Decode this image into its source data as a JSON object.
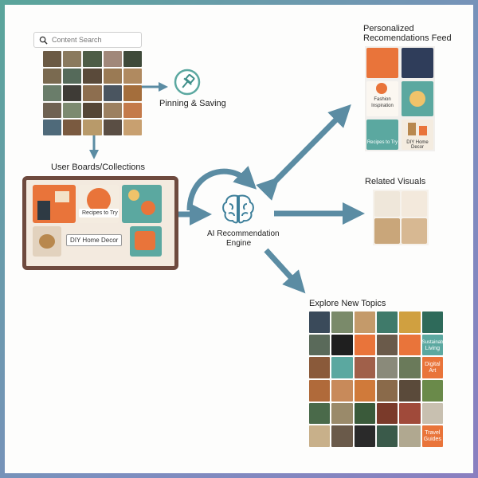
{
  "search": {
    "placeholder": "Content Search"
  },
  "nodes": {
    "pinning": "Pinning & Saving",
    "boards": "User Boards/Collections",
    "engine_line1": "AI Recommendation",
    "engine_line2": "Engine",
    "feed_line1": "Personalized",
    "feed_line2": "Recomendations Feed",
    "related": "Related Visuals",
    "explore": "Explore New Topics"
  },
  "board_cards": {
    "recipes": "Recipes to Try",
    "diy": "DIY Home Decor"
  },
  "feed_cards": {
    "fashion_line1": "Fashion",
    "fashion_line2": "Inspiration",
    "recipes": "Recipes to Try",
    "diy": "DIY Home Decor"
  },
  "topic_tiles": {
    "sustainable_line1": "Sustainable",
    "sustainable_line2": "Living",
    "digital_line1": "Digital",
    "digital_line2": "Art",
    "travel_line1": "Travel",
    "travel_line2": "Guides"
  },
  "colors": {
    "arrow": "#5b8ca3",
    "teal": "#5ba8a0",
    "orange": "#e9743a",
    "board_frame": "#6e4a3e"
  },
  "icons": [
    "search-icon",
    "pin-icon",
    "brain-icon"
  ]
}
